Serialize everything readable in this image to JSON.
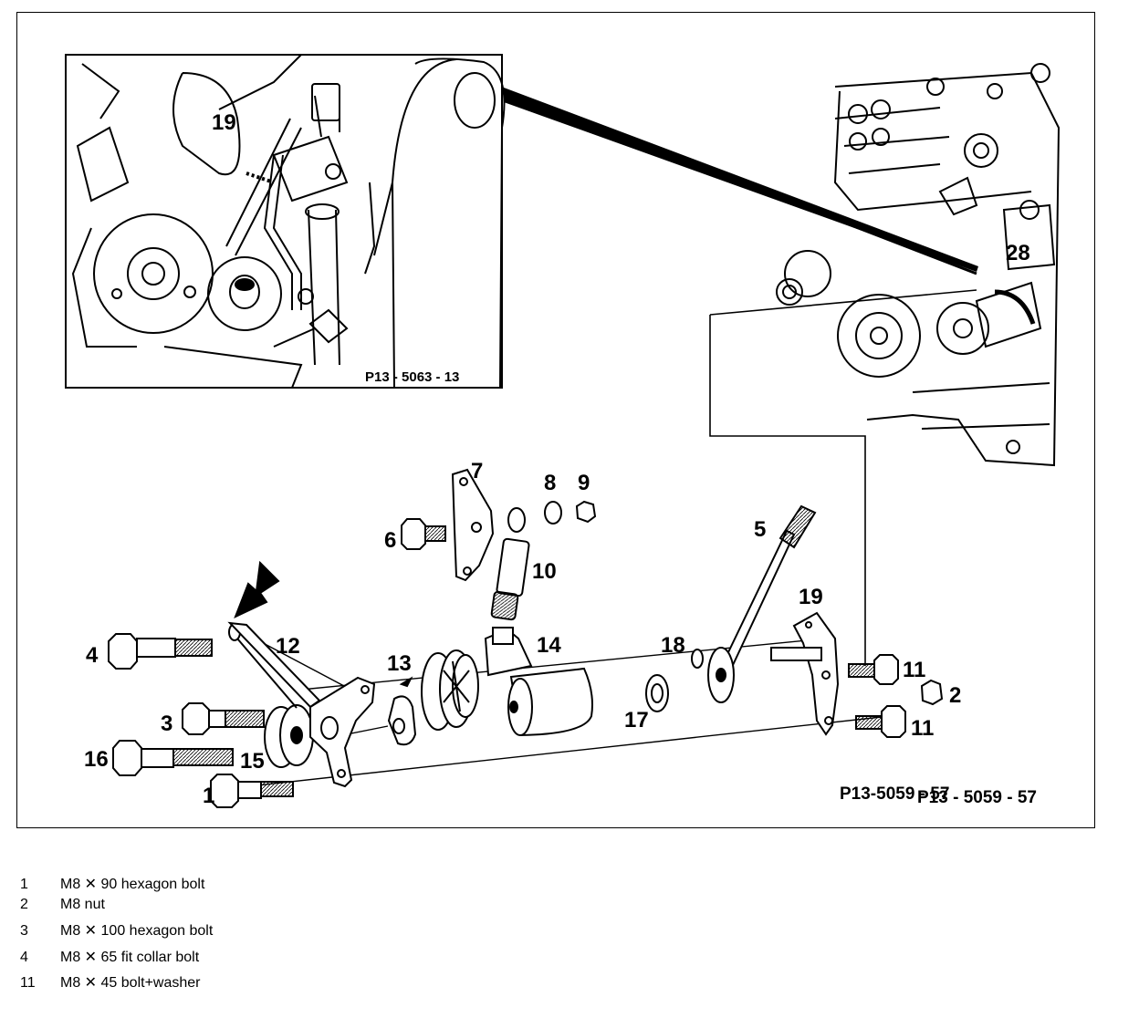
{
  "figure": {
    "inset_id": "P13 - 5063 - 13",
    "main_id": "P13-5059 - 57",
    "overlap_id": "P13 - 5059 - 57"
  },
  "callouts": {
    "c1": "1",
    "c2": "2",
    "c3": "3",
    "c4": "4",
    "c5": "5",
    "c6": "6",
    "c7": "7",
    "c8": "8",
    "c9": "9",
    "c10": "10",
    "c11a": "11",
    "c11b": "11",
    "c12": "12",
    "c13": "13",
    "c14": "14",
    "c15": "15",
    "c16": "16",
    "c17": "17",
    "c18": "18",
    "c19": "19",
    "c19_inset": "19",
    "c28": "28"
  },
  "legend": [
    {
      "num": "1",
      "desc": "M8 ✕ 90 hexagon bolt"
    },
    {
      "num": "2",
      "desc": "M8 nut"
    },
    {
      "num": "3",
      "desc": "M8 ✕ 100 hexagon bolt"
    },
    {
      "num": "4",
      "desc": "M8 ✕ 65 fit collar bolt"
    },
    {
      "num": "11",
      "desc": "M8 ✕ 45 bolt+washer"
    }
  ]
}
